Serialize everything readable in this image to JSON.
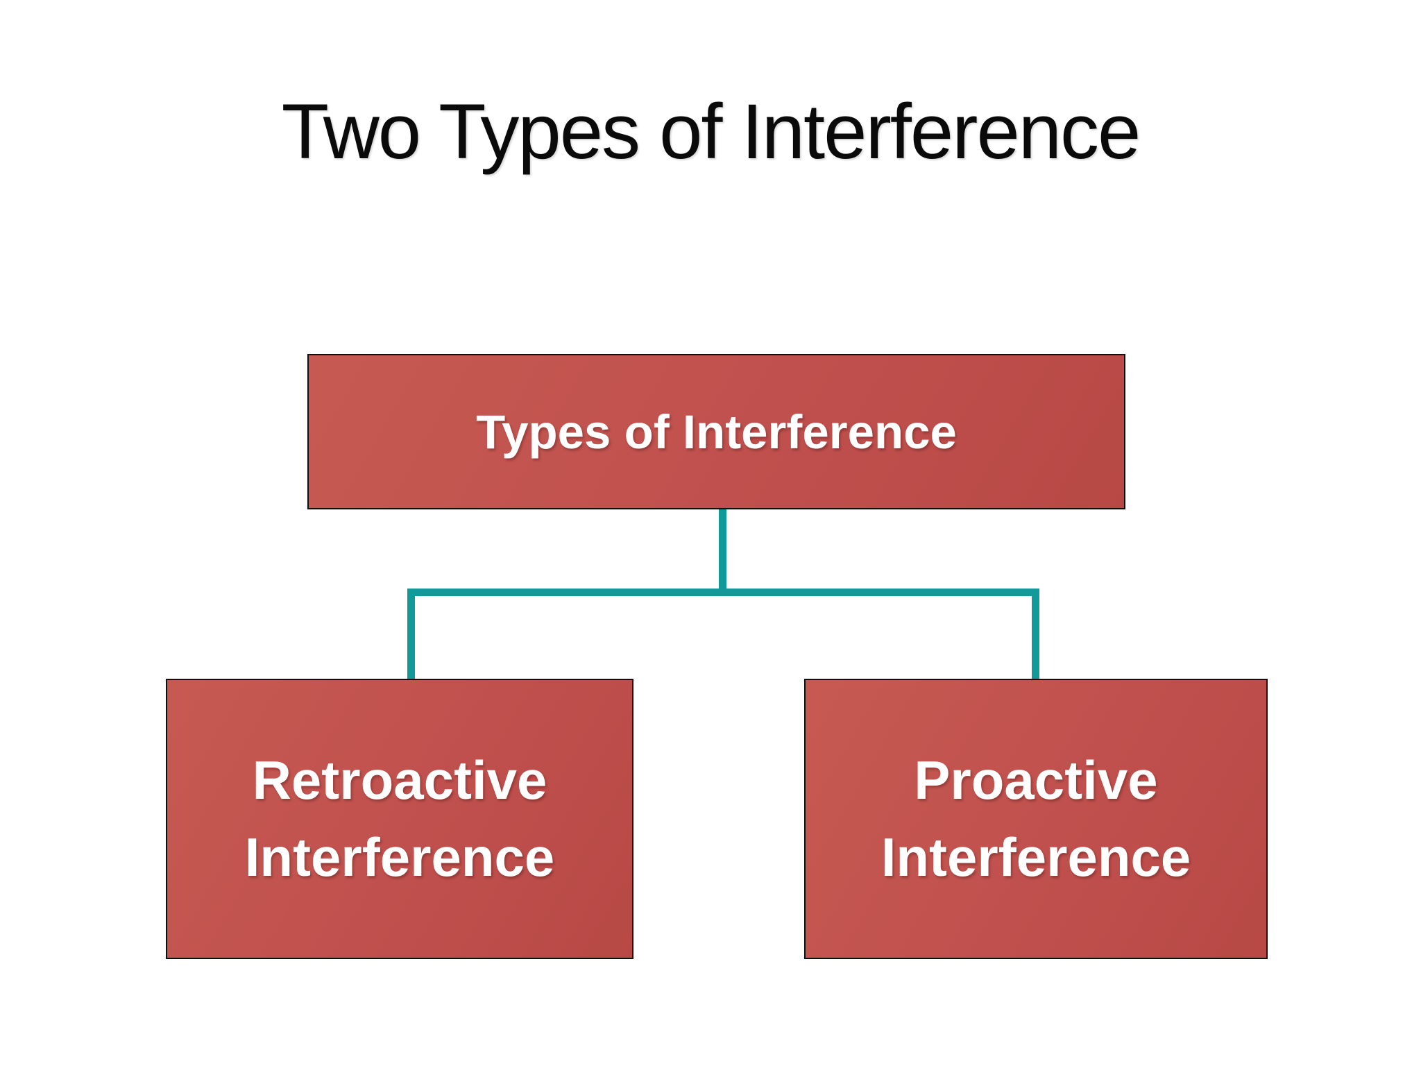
{
  "slide": {
    "title": "Two Types of Interference",
    "background_color": "#FFFFFF",
    "title_color": "#0A0A0A"
  },
  "diagram": {
    "type": "hierarchy",
    "root": {
      "label": "Types of Interference"
    },
    "children": [
      {
        "label": "Retroactive Interference"
      },
      {
        "label": "Proactive Interference"
      }
    ],
    "colors": {
      "node_fill": "#C0504D",
      "node_border": "#0F0F0F",
      "node_text": "#FFFFFF",
      "connector": "#14999B"
    }
  }
}
